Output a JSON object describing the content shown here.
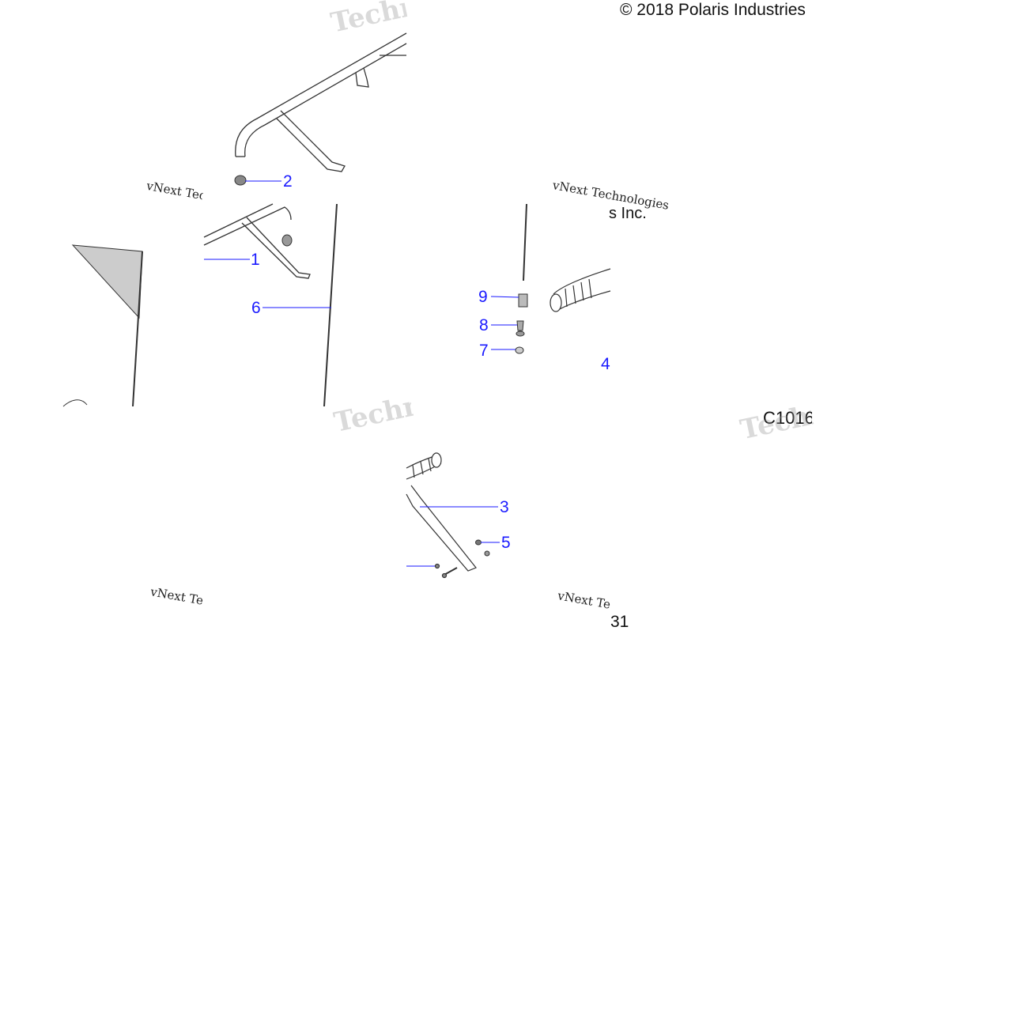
{
  "copyright": "© 2018 Polaris Industries",
  "copyright_fragment": "s Inc.",
  "diagram_code": "C1016",
  "diagram_code_fragment": "31",
  "watermark_tech": "Technologies",
  "watermark_vnext": "vNext Technologies",
  "callouts": {
    "c1": "1",
    "c2": "2",
    "c3": "3",
    "c4": "4",
    "c5": "5",
    "c6": "6",
    "c7": "7",
    "c8": "8",
    "c9": "9"
  },
  "colors": {
    "callout": "#1a1aff",
    "line_art": "#333333",
    "flag_fill": "#cccccc"
  }
}
